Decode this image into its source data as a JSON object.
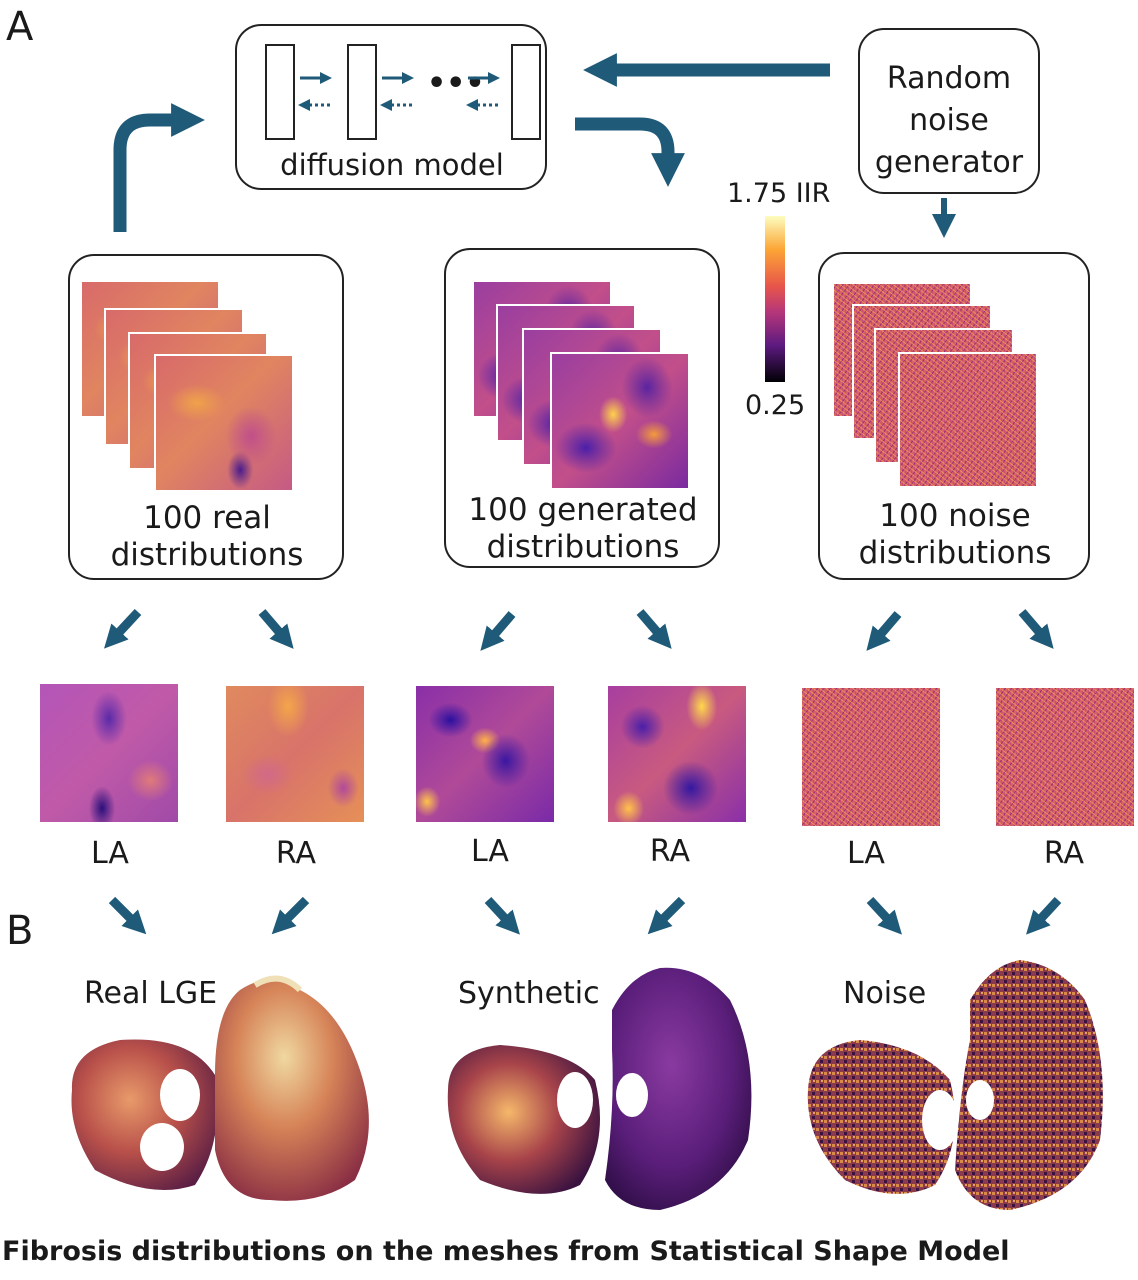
{
  "panel_a": "A",
  "panel_b": "B",
  "diffusion_model_label": "diffusion model",
  "noise_generator_label": "Random noise generator",
  "colorbar": {
    "max_label": "1.75 IIR",
    "min_label": "0.25"
  },
  "boxes": [
    {
      "label": "100 real distributions",
      "kind": "real"
    },
    {
      "label": "100 generated distributions",
      "kind": "generated"
    },
    {
      "label": "100 noise distributions",
      "kind": "noise"
    }
  ],
  "atria_labels": [
    "LA",
    "RA",
    "LA",
    "RA",
    "LA",
    "RA"
  ],
  "mesh_labels": [
    "Real LGE",
    "Synthetic",
    "Noise"
  ],
  "caption": "Fibrosis distributions on the meshes from Statistical Shape Model",
  "colors": {
    "arrow": "#1f5a78",
    "colorbar_top": "#fcfdbf",
    "colorbar_mid": "#e8564a",
    "colorbar_low": "#5d1a80",
    "colorbar_bottom": "#000004"
  }
}
